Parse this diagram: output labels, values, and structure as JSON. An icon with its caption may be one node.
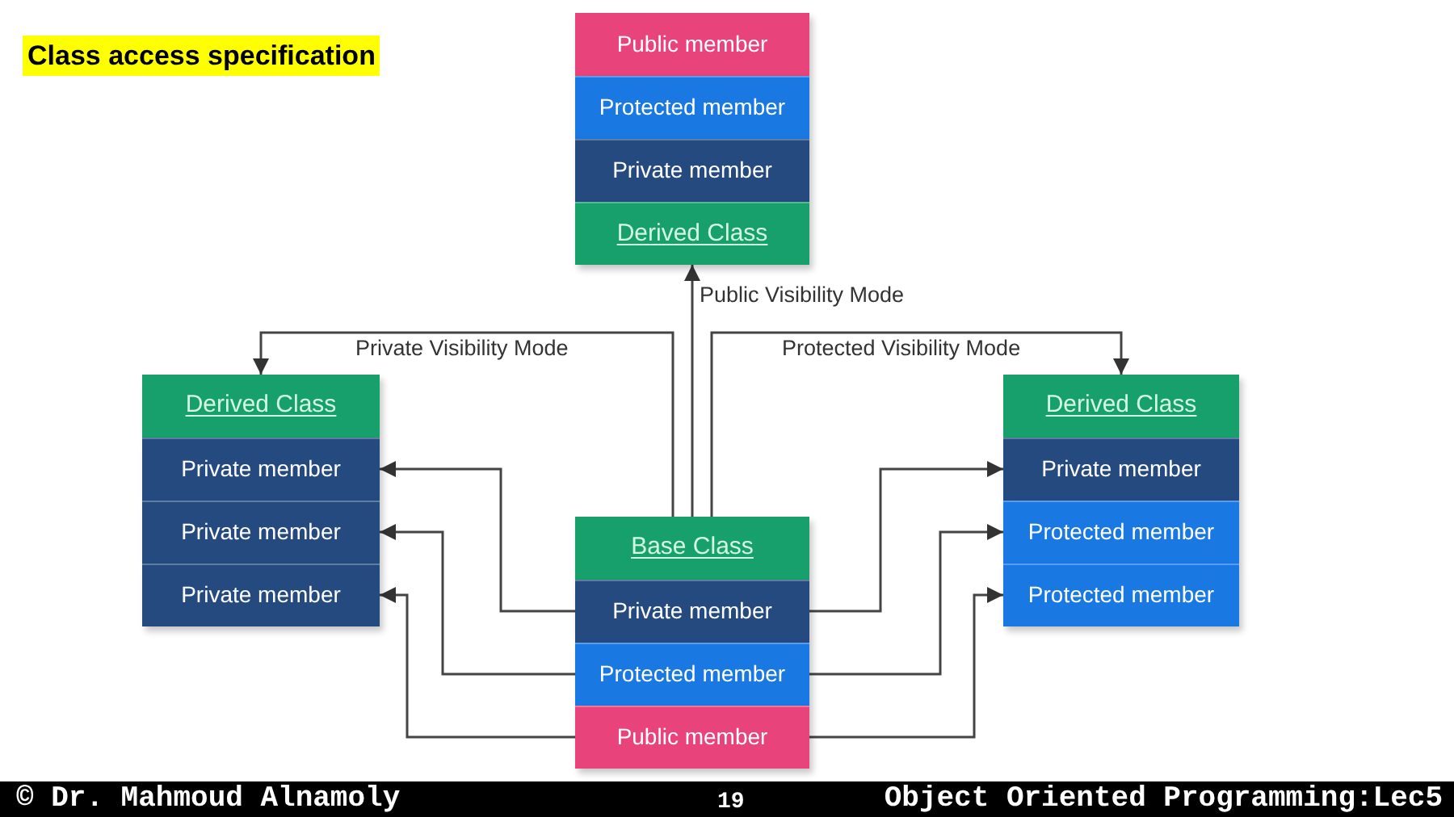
{
  "diagram": {
    "title": "Class access specification",
    "nodes": [
      {
        "text": [
          "Public member"
        ]
      },
      {
        "text": [
          "Protected member"
        ]
      },
      {
        "text": [
          "Private member"
        ]
      },
      {
        "text": [
          "Derived Class"
        ]
      },
      {
        "text": [
          "Derived Class"
        ]
      },
      {
        "text": [
          "Private member"
        ]
      },
      {
        "text": [
          "Private member"
        ]
      },
      {
        "text": [
          "Private member"
        ]
      },
      {
        "text": [
          "Derived Class"
        ]
      },
      {
        "text": [
          "Private member"
        ]
      },
      {
        "text": [
          "Protected member"
        ]
      },
      {
        "text": [
          "Protected member"
        ]
      },
      {
        "text": [
          "Base Class"
        ]
      },
      {
        "text": [
          "Private member"
        ]
      },
      {
        "text": [
          "Protected member"
        ]
      },
      {
        "text": [
          "Public member"
        ]
      }
    ],
    "edges": [
      {
        "from": 12,
        "to": 3,
        "arrow": "to",
        "label": "Public Visibility Mode"
      },
      {
        "from": 12,
        "to": 4,
        "arrow": "to",
        "label": "Private Visibility Mode"
      },
      {
        "from": 12,
        "to": 8,
        "arrow": "to",
        "label": "Protected Visibility Mode"
      },
      {
        "from": 13,
        "to": 5,
        "arrow": "to"
      },
      {
        "from": 14,
        "to": 6,
        "arrow": "to"
      },
      {
        "from": 15,
        "to": 7,
        "arrow": "to"
      },
      {
        "from": 13,
        "to": 9,
        "arrow": "to"
      },
      {
        "from": 14,
        "to": 10,
        "arrow": "to"
      },
      {
        "from": 15,
        "to": 11,
        "arrow": "to"
      }
    ],
    "labels": [
      "© Dr. Mahmoud Alnamoly",
      "19",
      "Object Oriented Programming:Lec5"
    ]
  }
}
